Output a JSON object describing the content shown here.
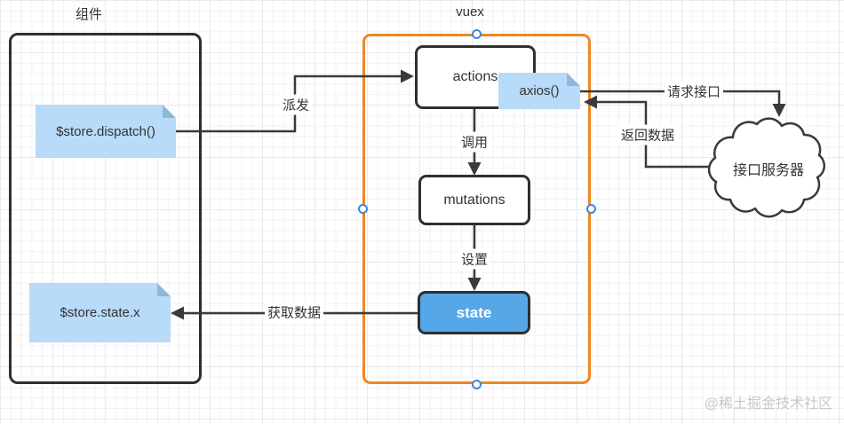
{
  "groups": {
    "component": {
      "title": "组件"
    },
    "vuex": {
      "title": "vuex"
    }
  },
  "nodes": {
    "dispatch_note": {
      "label": "$store.dispatch()"
    },
    "statex_note": {
      "label": "$store.state.x"
    },
    "actions": {
      "label": "actions"
    },
    "mutations": {
      "label": "mutations"
    },
    "state": {
      "label": "state"
    },
    "axios_note": {
      "label": "axios()"
    },
    "server": {
      "label": "接口服务器"
    }
  },
  "edges": {
    "dispatch": {
      "label": "派发"
    },
    "call": {
      "label": "调用"
    },
    "set": {
      "label": "设置"
    },
    "get": {
      "label": "获取数据"
    },
    "request": {
      "label": "请求接口"
    },
    "return": {
      "label": "返回数据"
    }
  },
  "watermark": {
    "text": "@稀土掘金技术社区"
  },
  "colors": {
    "line": "#3a3a3a",
    "selection_orange": "#ee8722",
    "node_border": "#2f2f2f",
    "note_fill": "#b7dbf8",
    "note_fold": "#8fb8d9",
    "state_fill": "#55a7e8",
    "handle_blue": "#3e87d6",
    "watermark_gray": "#c8c8c8"
  }
}
